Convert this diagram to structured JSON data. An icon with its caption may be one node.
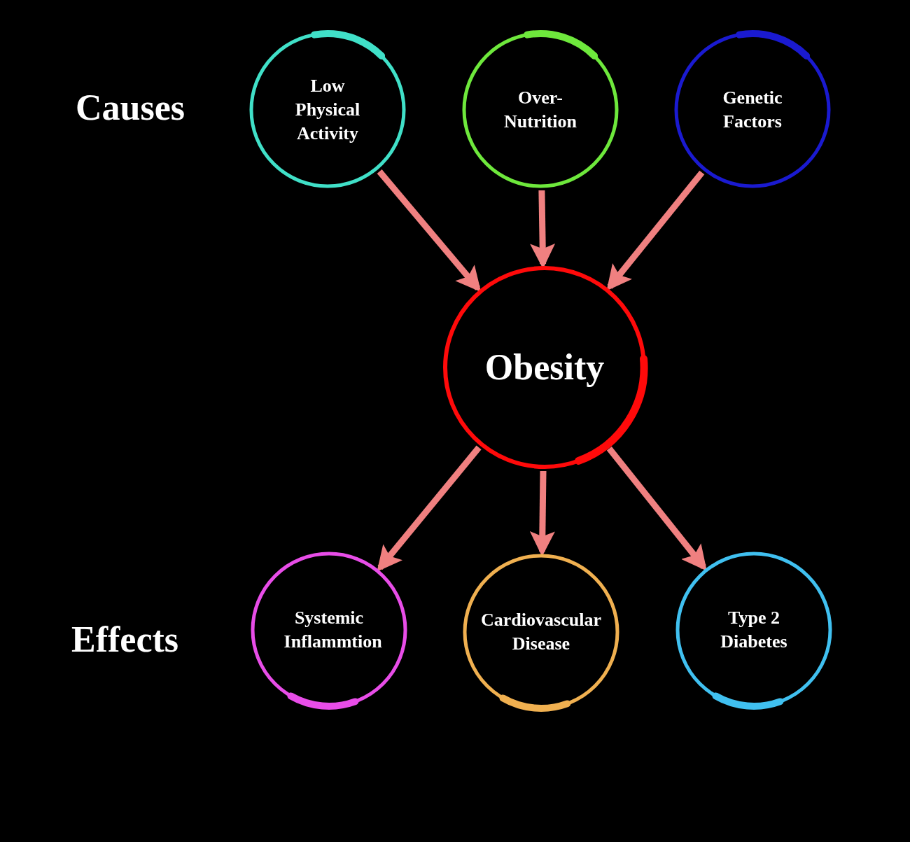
{
  "diagram": {
    "nodes": [
      {
        "text": [
          "Low Physical Activity"
        ]
      },
      {
        "text": [
          "Over- Nutrition"
        ]
      },
      {
        "text": [
          "Genetic Factors"
        ]
      },
      {
        "text": [
          "Obesity"
        ]
      },
      {
        "text": [
          "Systemic Inflammtion"
        ]
      },
      {
        "text": [
          "Cardiovascular Disease"
        ]
      },
      {
        "text": [
          "Type 2 Diabetes"
        ]
      }
    ],
    "edges": [
      {
        "from": 0,
        "to": 3,
        "arrow": "to"
      },
      {
        "from": 1,
        "to": 3,
        "arrow": "to"
      },
      {
        "from": 2,
        "to": 3,
        "arrow": "to"
      },
      {
        "from": 3,
        "to": 4,
        "arrow": "to"
      },
      {
        "from": 3,
        "to": 5,
        "arrow": "to"
      },
      {
        "from": 3,
        "to": 6,
        "arrow": "to"
      }
    ],
    "labels": [
      "Causes",
      "Effects"
    ]
  }
}
